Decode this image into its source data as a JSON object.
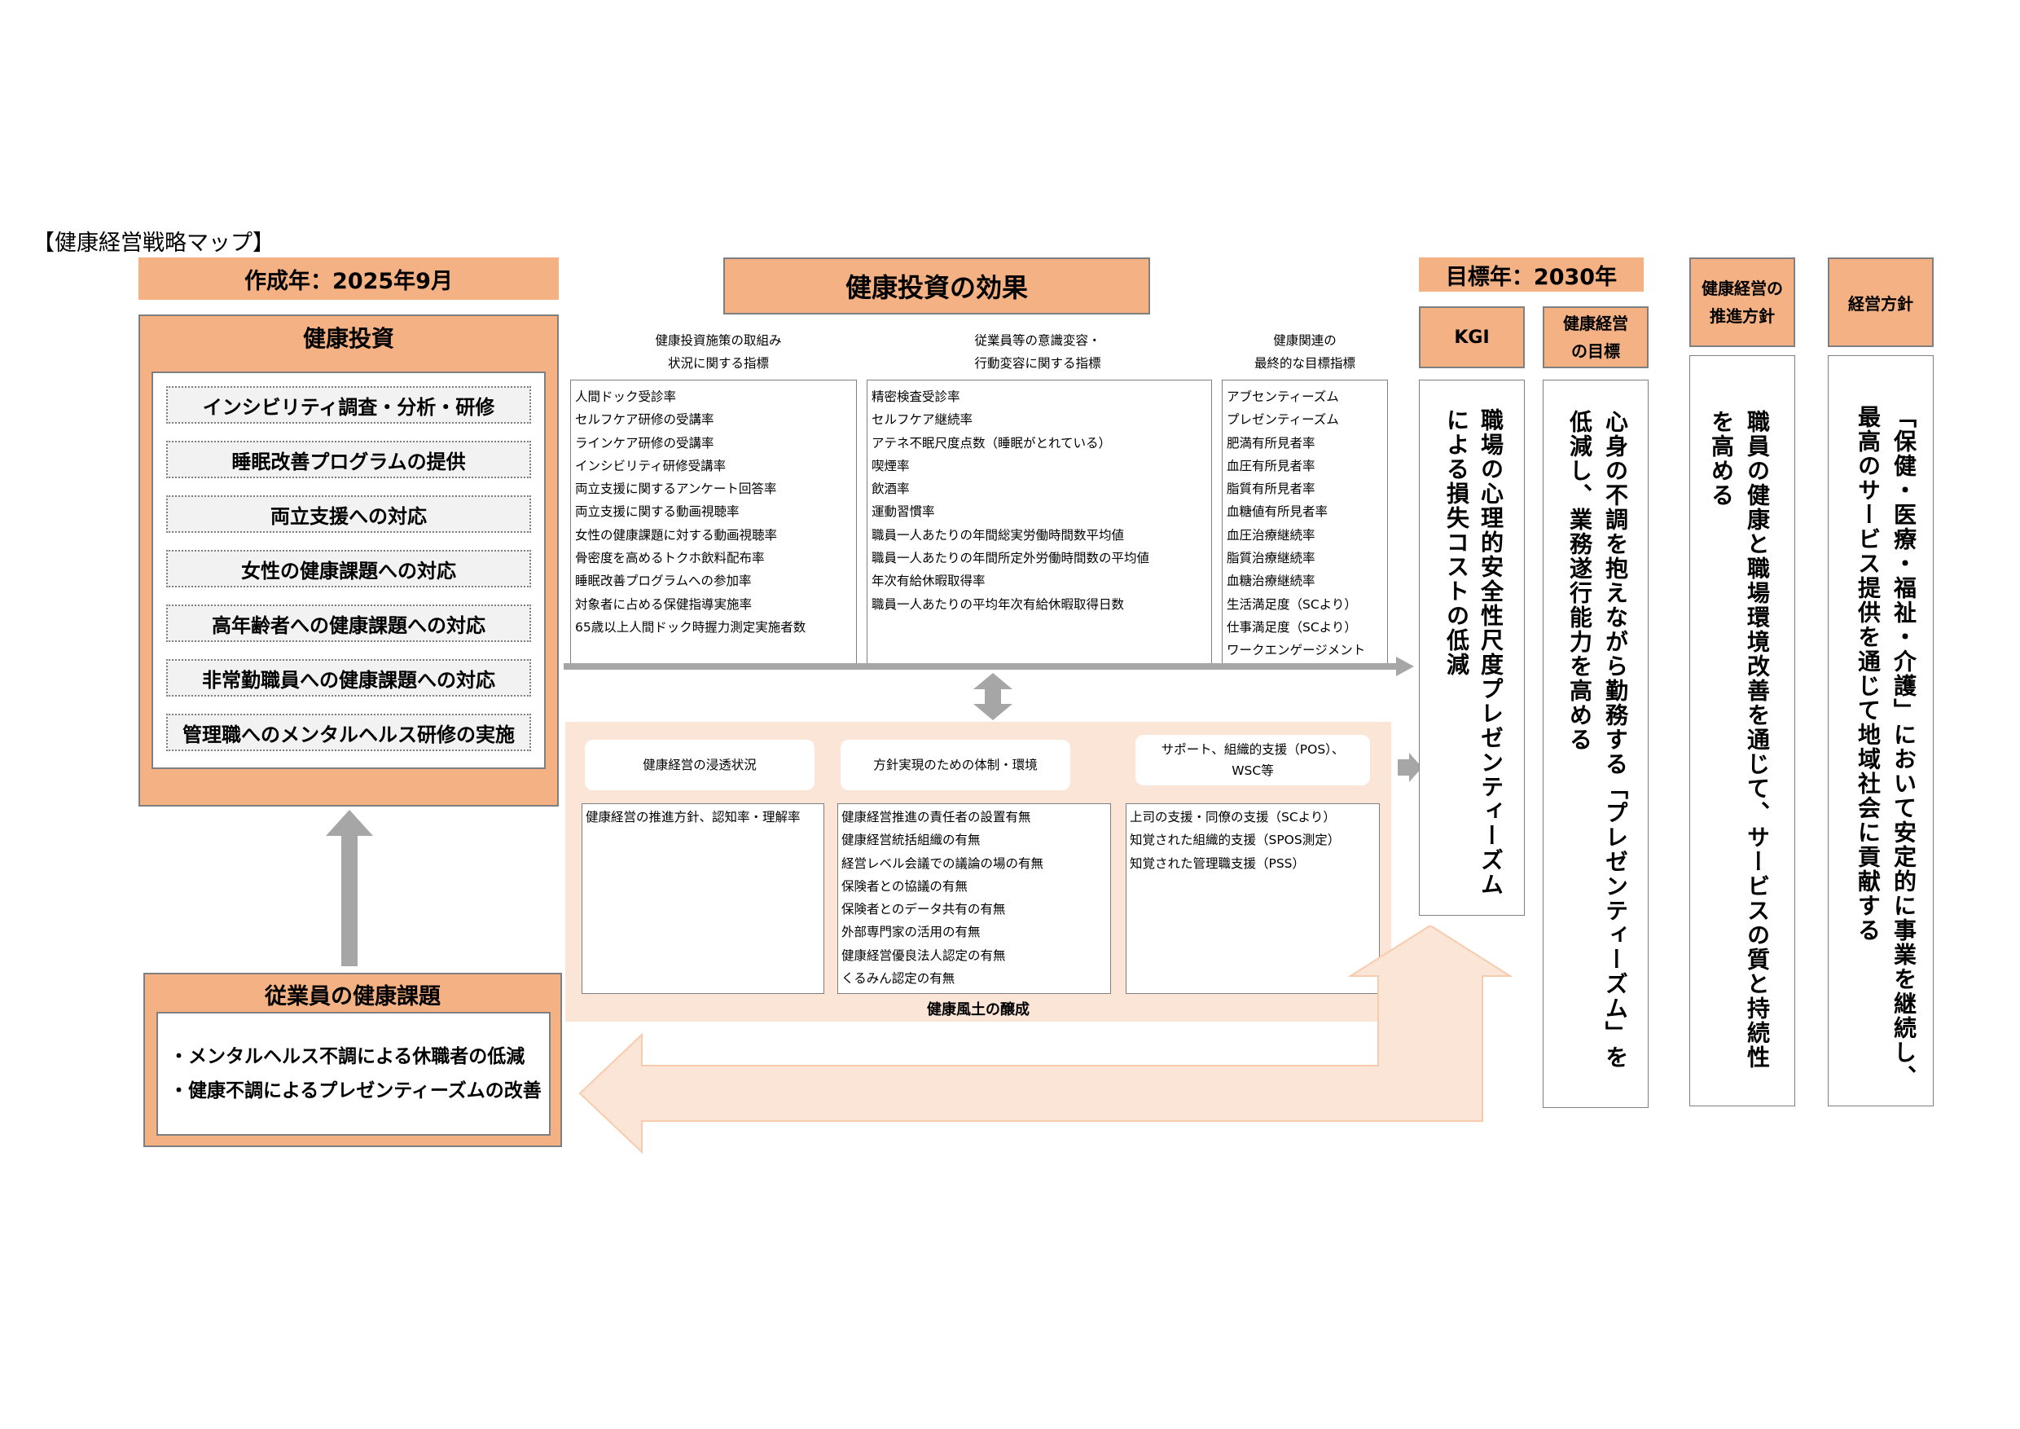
{
  "page_title": "【健康経営戦略マップ】",
  "created": "作成年：2025年9月",
  "investment": {
    "title": "健康投資",
    "items": [
      "インシビリティ調査・分析・研修",
      "睡眠改善プログラムの提供",
      "両立支援への対応",
      "女性の健康課題への対応",
      "高年齢者への健康課題への対応",
      "非常勤職員への健康課題への対応",
      "管理職へのメンタルヘルス研修の実施"
    ]
  },
  "issues": {
    "title": "従業員の健康課題",
    "items": [
      "・メンタルヘルス不調による休職者の低減",
      "・健康不調によるプレゼンティーズムの改善"
    ]
  },
  "effects": {
    "title": "健康投資の効果",
    "col1": {
      "header": [
        "健康投資施策の取組み",
        "状況に関する指標"
      ],
      "items": [
        "人間ドック受診率",
        "セルフケア研修の受講率",
        "ラインケア研修の受講率",
        "インシビリティ研修受講率",
        "両立支援に関するアンケート回答率",
        "両立支援に関する動画視聴率",
        "女性の健康課題に対する動画視聴率",
        "骨密度を高めるトクホ飲料配布率",
        "睡眠改善プログラムへの参加率",
        "対象者に占める保健指導実施率",
        "65歳以上人間ドック時握力測定実施者数"
      ]
    },
    "col2": {
      "header": [
        "従業員等の意識変容・",
        "行動変容に関する指標"
      ],
      "items": [
        "精密検査受診率",
        "セルフケア継続率",
        "アテネ不眠尺度点数（睡眠がとれている）",
        "喫煙率",
        "飲酒率",
        "運動習慣率",
        "職員一人あたりの年間総実労働時間数平均値",
        "職員一人あたりの年間所定外労働時間数の平均値",
        "年次有給休暇取得率",
        "職員一人あたりの平均年次有給休暇取得日数"
      ]
    },
    "col3": {
      "header": [
        "健康関連の",
        "最終的な目標指標"
      ],
      "items": [
        "アブセンティーズム",
        "プレゼンティーズム",
        "肥満有所見者率",
        "血圧有所見者率",
        "脂質有所見者率",
        "血糖値有所見者率",
        "血圧治療継続率",
        "脂質治療継続率",
        "血糖治療継続率",
        "生活満足度（SCより）",
        "仕事満足度（SCより）",
        "ワークエンゲージメント"
      ]
    }
  },
  "culture": {
    "label": "健康風土の醸成",
    "sections": [
      {
        "header": "健康経営の浸透状況",
        "items": [
          "健康経営の推進方針、認知率・理解率"
        ]
      },
      {
        "header": "方針実現のための体制・環境",
        "items": [
          "健康経営推進の責任者の設置有無",
          "健康経営統括組織の有無",
          "経営レベル会議での議論の場の有無",
          "保険者との協議の有無",
          "保険者とのデータ共有の有無",
          "外部専門家の活用の有無",
          "健康経営優良法人認定の有無",
          "くるみん認定の有無"
        ]
      },
      {
        "header": "サポート、組織的支援（POS）、WSC等",
        "items": [
          "上司の支援・同僚の支援（SCより）",
          "知覚された組織的支援（SPOS測定）",
          "知覚された管理職支援（PSS）"
        ]
      }
    ]
  },
  "target_year": "目標年：2030年",
  "kgi": {
    "header": "KGI",
    "text": "職場の心理的安全性尺度プレゼンティーズムによる損失コストの低減"
  },
  "goal": {
    "header": "健康経営の目標",
    "text": "心身の不調を抱えながら勤務する「プレゼンティーズム」を低減し、業務遂行能力を高める"
  },
  "policy": {
    "header": "健康経営の推進方針",
    "text": "職員の健康と職場環境改善を通じて、サービスの質と持続性を高める"
  },
  "mgmt": {
    "header": "経営方針",
    "text": "「保健・医療・福祉・介護」において安定的に事業を継続し、最高のサービス提供を通じて地域社会に貢献する"
  },
  "colors": {
    "orange": "#f4b183",
    "light_orange": "#fbe5d6",
    "gray_arrow": "#a6a6a6",
    "border": "#7f7f7f"
  }
}
